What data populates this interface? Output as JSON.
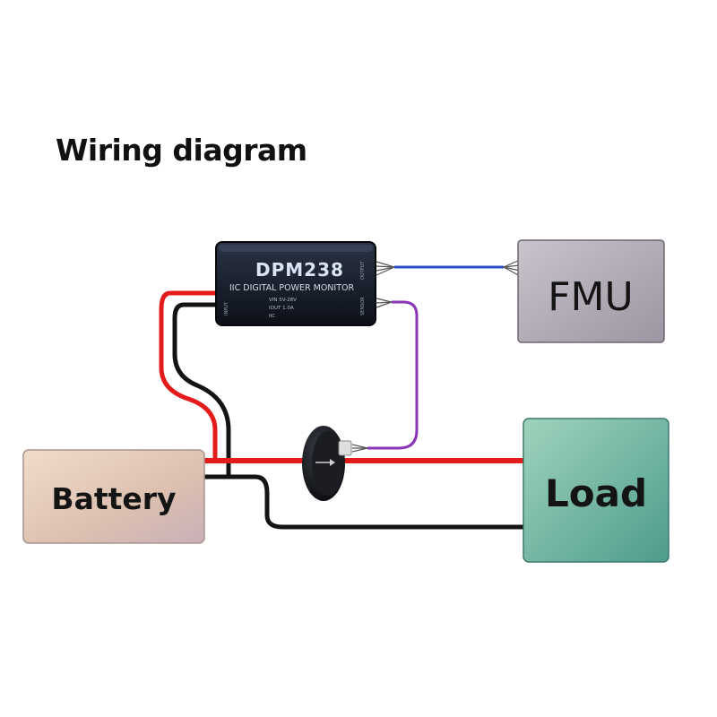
{
  "title": "Wiring diagram",
  "device": {
    "name": "DPM238",
    "subtitle": "IIC DIGITAL POWER MONITOR",
    "spec_line_1": "VIN  5V-28V",
    "spec_line_2": "IOUT  1.0A",
    "spec_line_3": "IIC",
    "left_port": "INPUT",
    "right_port_top": "OUTPUT",
    "right_port_bottom": "SENSOR"
  },
  "blocks": {
    "fmu": "FMU",
    "battery": "Battery",
    "load": "Load"
  },
  "colors": {
    "positive_wire": "#e31b1b",
    "negative_wire": "#111111",
    "data_wire": "#2b50c8",
    "sensor_wire": "#8a35b8",
    "fmu_fill": "#b0a9b3",
    "battery_fill": "#e6cbb3",
    "load_fill": "#6fb9a4"
  }
}
